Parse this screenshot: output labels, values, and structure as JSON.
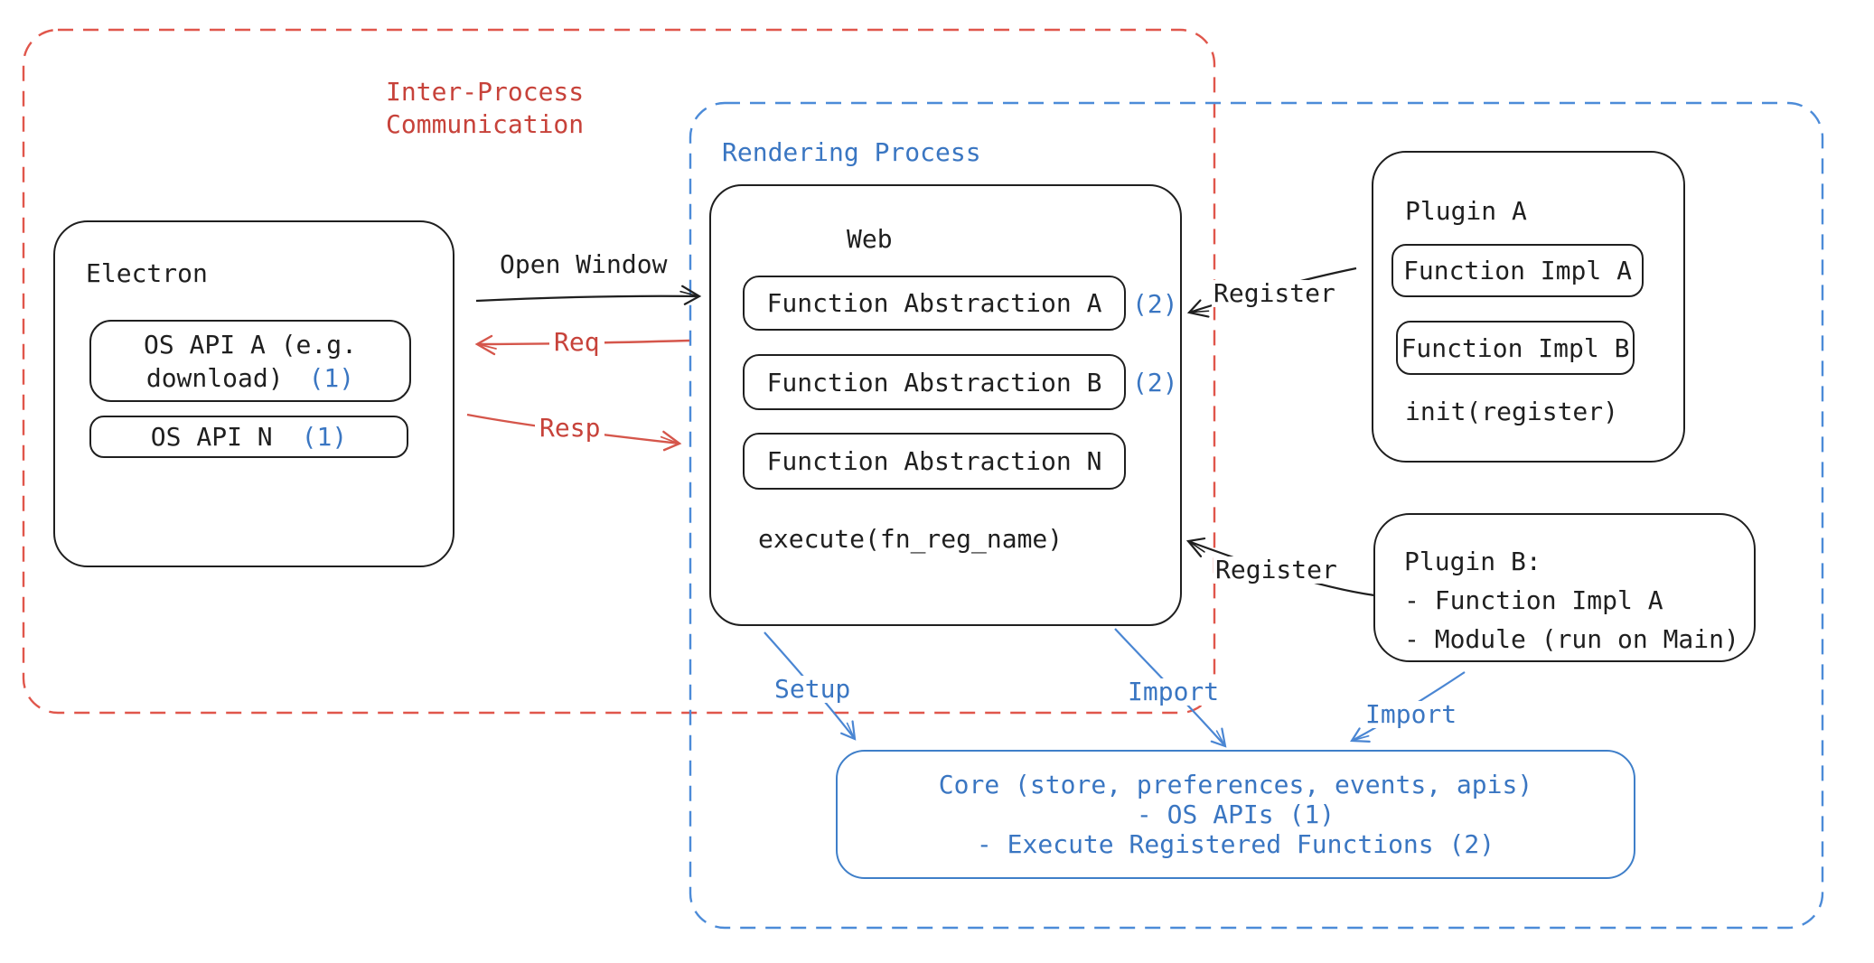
{
  "ipc": {
    "line1": "Inter-Process",
    "line2": "Communication"
  },
  "rendering": {
    "label": "Rendering Process"
  },
  "electron": {
    "title": "Electron",
    "api_a": {
      "line1": "OS API A (e.g.",
      "line2": "download)",
      "ref": "(1)"
    },
    "api_n": {
      "label": "OS API N",
      "ref": "(1)"
    }
  },
  "web": {
    "title": "Web",
    "items": [
      {
        "label": "Function Abstraction A",
        "ref": "(2)"
      },
      {
        "label": "Function Abstraction B",
        "ref": "(2)"
      },
      {
        "label": "Function Abstraction N",
        "ref": ""
      }
    ],
    "execute": "execute(fn_reg_name)"
  },
  "plugin_a": {
    "title": "Plugin A",
    "impl_a": "Function Impl A",
    "impl_b": "Function Impl B",
    "init": "init(register)"
  },
  "plugin_b": {
    "line1": "Plugin B:",
    "line2": "- Function Impl A",
    "line3": "- Module (run on Main)"
  },
  "core": {
    "line1": "Core (store, preferences, events, apis)",
    "line2": "- OS APIs (1)",
    "line3": "- Execute Registered Functions (2)"
  },
  "arrows": {
    "open_window": "Open Window",
    "req": "Req",
    "resp": "Resp",
    "register_top": "Register",
    "register_bottom": "Register",
    "setup": "Setup",
    "import_mid": "Import",
    "import_right": "Import"
  },
  "colors": {
    "red_text": "#c7423a",
    "red_line": "#d5564b",
    "blue_text": "#3a76c2",
    "blue_line": "#4a86d3",
    "blue_dash": "#4c8bd8",
    "red_dash": "#e0564b",
    "black": "#1f1f1f",
    "background": "#ffffff"
  }
}
